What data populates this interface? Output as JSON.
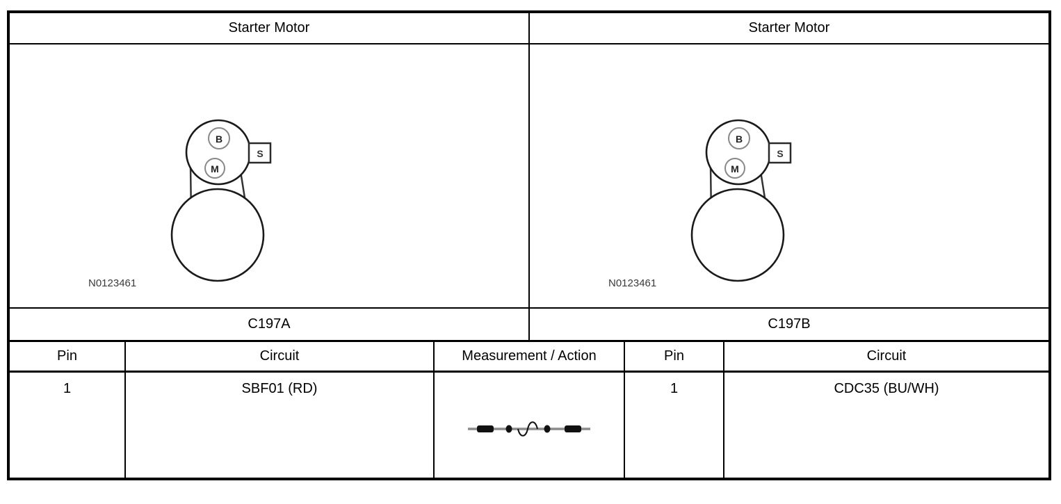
{
  "document": {
    "panels": [
      {
        "title": "Starter Motor",
        "connector_label": "C197A",
        "figure_id": "N0123461",
        "terminals": {
          "battery": "B",
          "motor": "M",
          "solenoid": "S"
        }
      },
      {
        "title": "Starter Motor",
        "connector_label": "C197B",
        "figure_id": "N0123461",
        "terminals": {
          "battery": "B",
          "motor": "M",
          "solenoid": "S"
        }
      }
    ],
    "pin_table": {
      "headers": {
        "pin_left": "Pin",
        "circuit_left": "Circuit",
        "measurement": "Measurement / Action",
        "pin_right": "Pin",
        "circuit_right": "Circuit"
      },
      "rows": [
        {
          "pin_left": "1",
          "circuit_left": "SBF01 (RD)",
          "measurement_symbol": "wire-with-inline-connectors-and-coil",
          "pin_right": "1",
          "circuit_right": "CDC35 (BU/WH)"
        }
      ]
    },
    "colors": {
      "line_black": "#000000",
      "wire_gray": "#8c8c8c"
    }
  }
}
